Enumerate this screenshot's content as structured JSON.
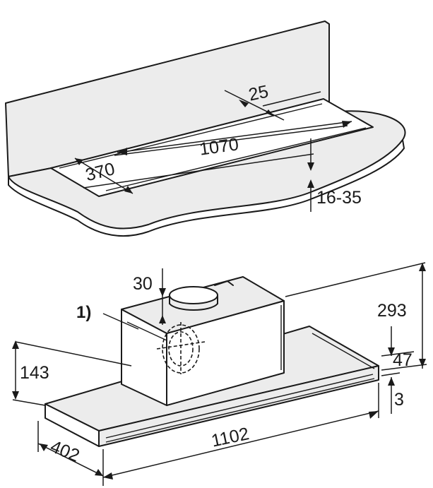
{
  "counter_cutout": {
    "gap": "25",
    "length": "1070",
    "depth": "370",
    "thickness": "16-35"
  },
  "hood": {
    "note_marker": "1)",
    "duct_offset": "30",
    "total_height": "293",
    "body_height": "47",
    "panel_gap": "3",
    "side_height": "143",
    "depth": "402",
    "width": "1102"
  }
}
